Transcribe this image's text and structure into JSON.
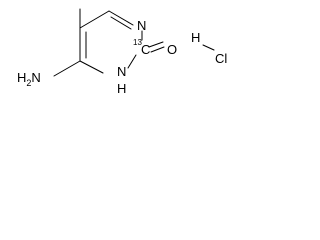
{
  "molecule": {
    "atoms": {
      "ring_n_top": "N",
      "ring_c2_element": "C",
      "ring_c2_isotope": "13",
      "carbonyl_o": "O",
      "ring_nh": "N",
      "ring_nh_h": "H",
      "amino_h2": "H2",
      "amino_n": "N"
    },
    "hcl": {
      "h": "H",
      "cl": "Cl"
    }
  },
  "colors": {
    "bonds": "#000000",
    "text": "#000000",
    "background": "#ffffff"
  }
}
